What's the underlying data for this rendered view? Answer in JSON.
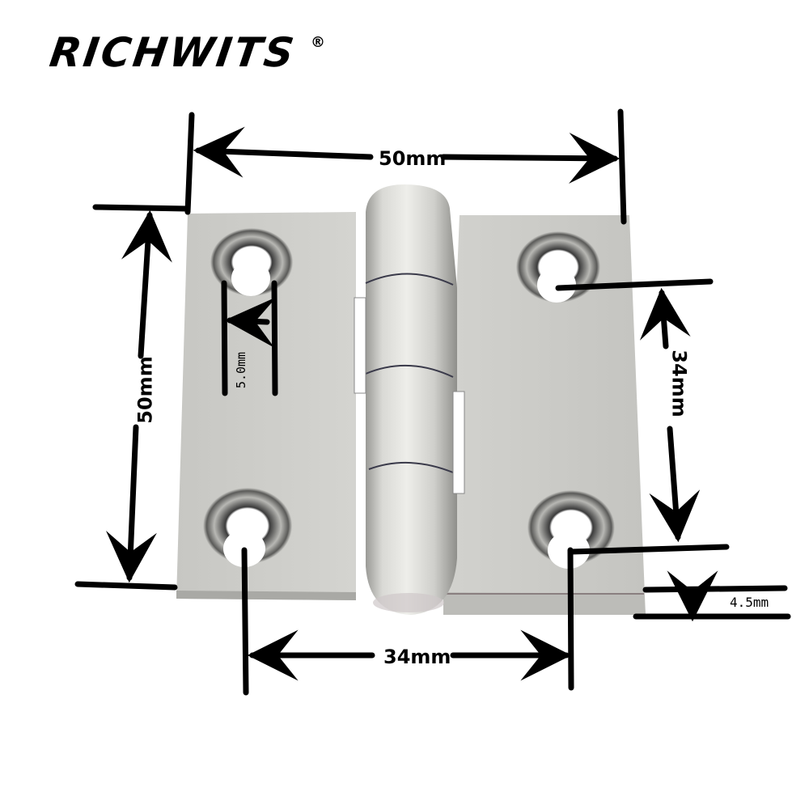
{
  "brand": {
    "name": "RICHWITS",
    "registered_mark": "®"
  },
  "product": {
    "type": "butt hinge",
    "material_color": "#c9c9c4",
    "holes_per_leaf": 2
  },
  "dimensions": {
    "overall_width": "50mm",
    "overall_height": "50mm",
    "hole_diameter": "5.0mm",
    "hole_spacing_vertical": "34mm",
    "hole_spacing_horizontal": "34mm",
    "thickness": "4.5mm"
  },
  "colors": {
    "annotation": "#000000",
    "background": "#ffffff",
    "metal_light": "#d8d8d4",
    "metal_mid": "#bdbdb8",
    "metal_dark": "#8e8e8a"
  }
}
